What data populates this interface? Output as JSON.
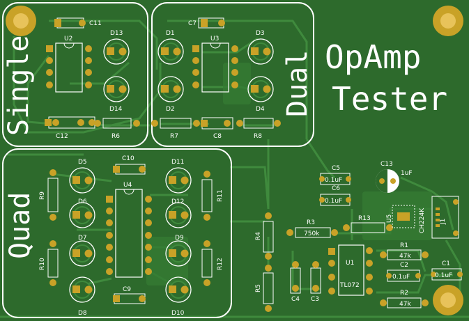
{
  "board": {
    "title_line1": "OpAmp",
    "title_line2": "Tester",
    "colors": {
      "pcb": "#2d6a2c",
      "trace": "#3f8a3d",
      "silk": "#ffffff",
      "pad": "#c9a227",
      "hole": "#e8c35a"
    }
  },
  "sections": {
    "single": "Single",
    "dual": "Dual",
    "quad": "Quad"
  },
  "components": {
    "U2": "U2",
    "C11": "C11",
    "D13": "D13",
    "D14": "D14",
    "C12": "C12",
    "R6": "R6",
    "D1": "D1",
    "D2": "D2",
    "C7": "C7",
    "U3": "U3",
    "D3": "D3",
    "D4": "D4",
    "R7": "R7",
    "C8": "C8",
    "R8": "R8",
    "D5": "D5",
    "D6": "D6",
    "D7": "D7",
    "D8": "D8",
    "C10": "C10",
    "U4": "U4",
    "D11": "D11",
    "D12": "D12",
    "D9": "D9",
    "D10": "D10",
    "C9": "C9",
    "R9": "R9",
    "R10": "R10",
    "R11": "R11",
    "R12": "R12",
    "R4": "R4",
    "R5": "R5",
    "R3": "R3",
    "R3_val": "750k",
    "R13": "R13",
    "U1": "U1",
    "U1_val": "TL072",
    "C4": "C4",
    "C3": "C3",
    "C5": "C5",
    "C5_val": "0.1uF",
    "C6": "C6",
    "C6_val": "0.1uF",
    "C13": "C13",
    "C13_val": "1uF",
    "U5": "U5",
    "U5_val": "CH224K",
    "J1": "J1",
    "R1": "R1",
    "R1_val": "47k",
    "C2": "C2",
    "C2_val": "0.1uF",
    "R2": "R2",
    "R2_val": "47k",
    "C1": "C1",
    "C1_val": "0.1uF"
  }
}
